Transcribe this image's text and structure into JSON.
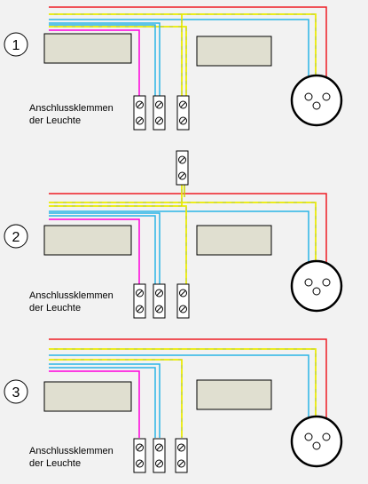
{
  "colors": {
    "background": "#f2f2f2",
    "phase": "#ee1c24",
    "neutral": "#2ab4e6",
    "earth": "#c8d400",
    "earth_dash": "#f0f000",
    "switched": "#ff00dd",
    "lamp_box": "#e0dfd0",
    "outline": "#000000"
  },
  "diagrams": [
    {
      "number": "1",
      "terminal_label_line1": "Anschlussklemmen",
      "terminal_label_line2": "der Leuchte"
    },
    {
      "number": "2",
      "terminal_label_line1": "Anschlussklemmen",
      "terminal_label_line2": "der Leuchte"
    },
    {
      "number": "3",
      "terminal_label_line1": "Anschlussklemmen",
      "terminal_label_line2": "der Leuchte"
    }
  ]
}
